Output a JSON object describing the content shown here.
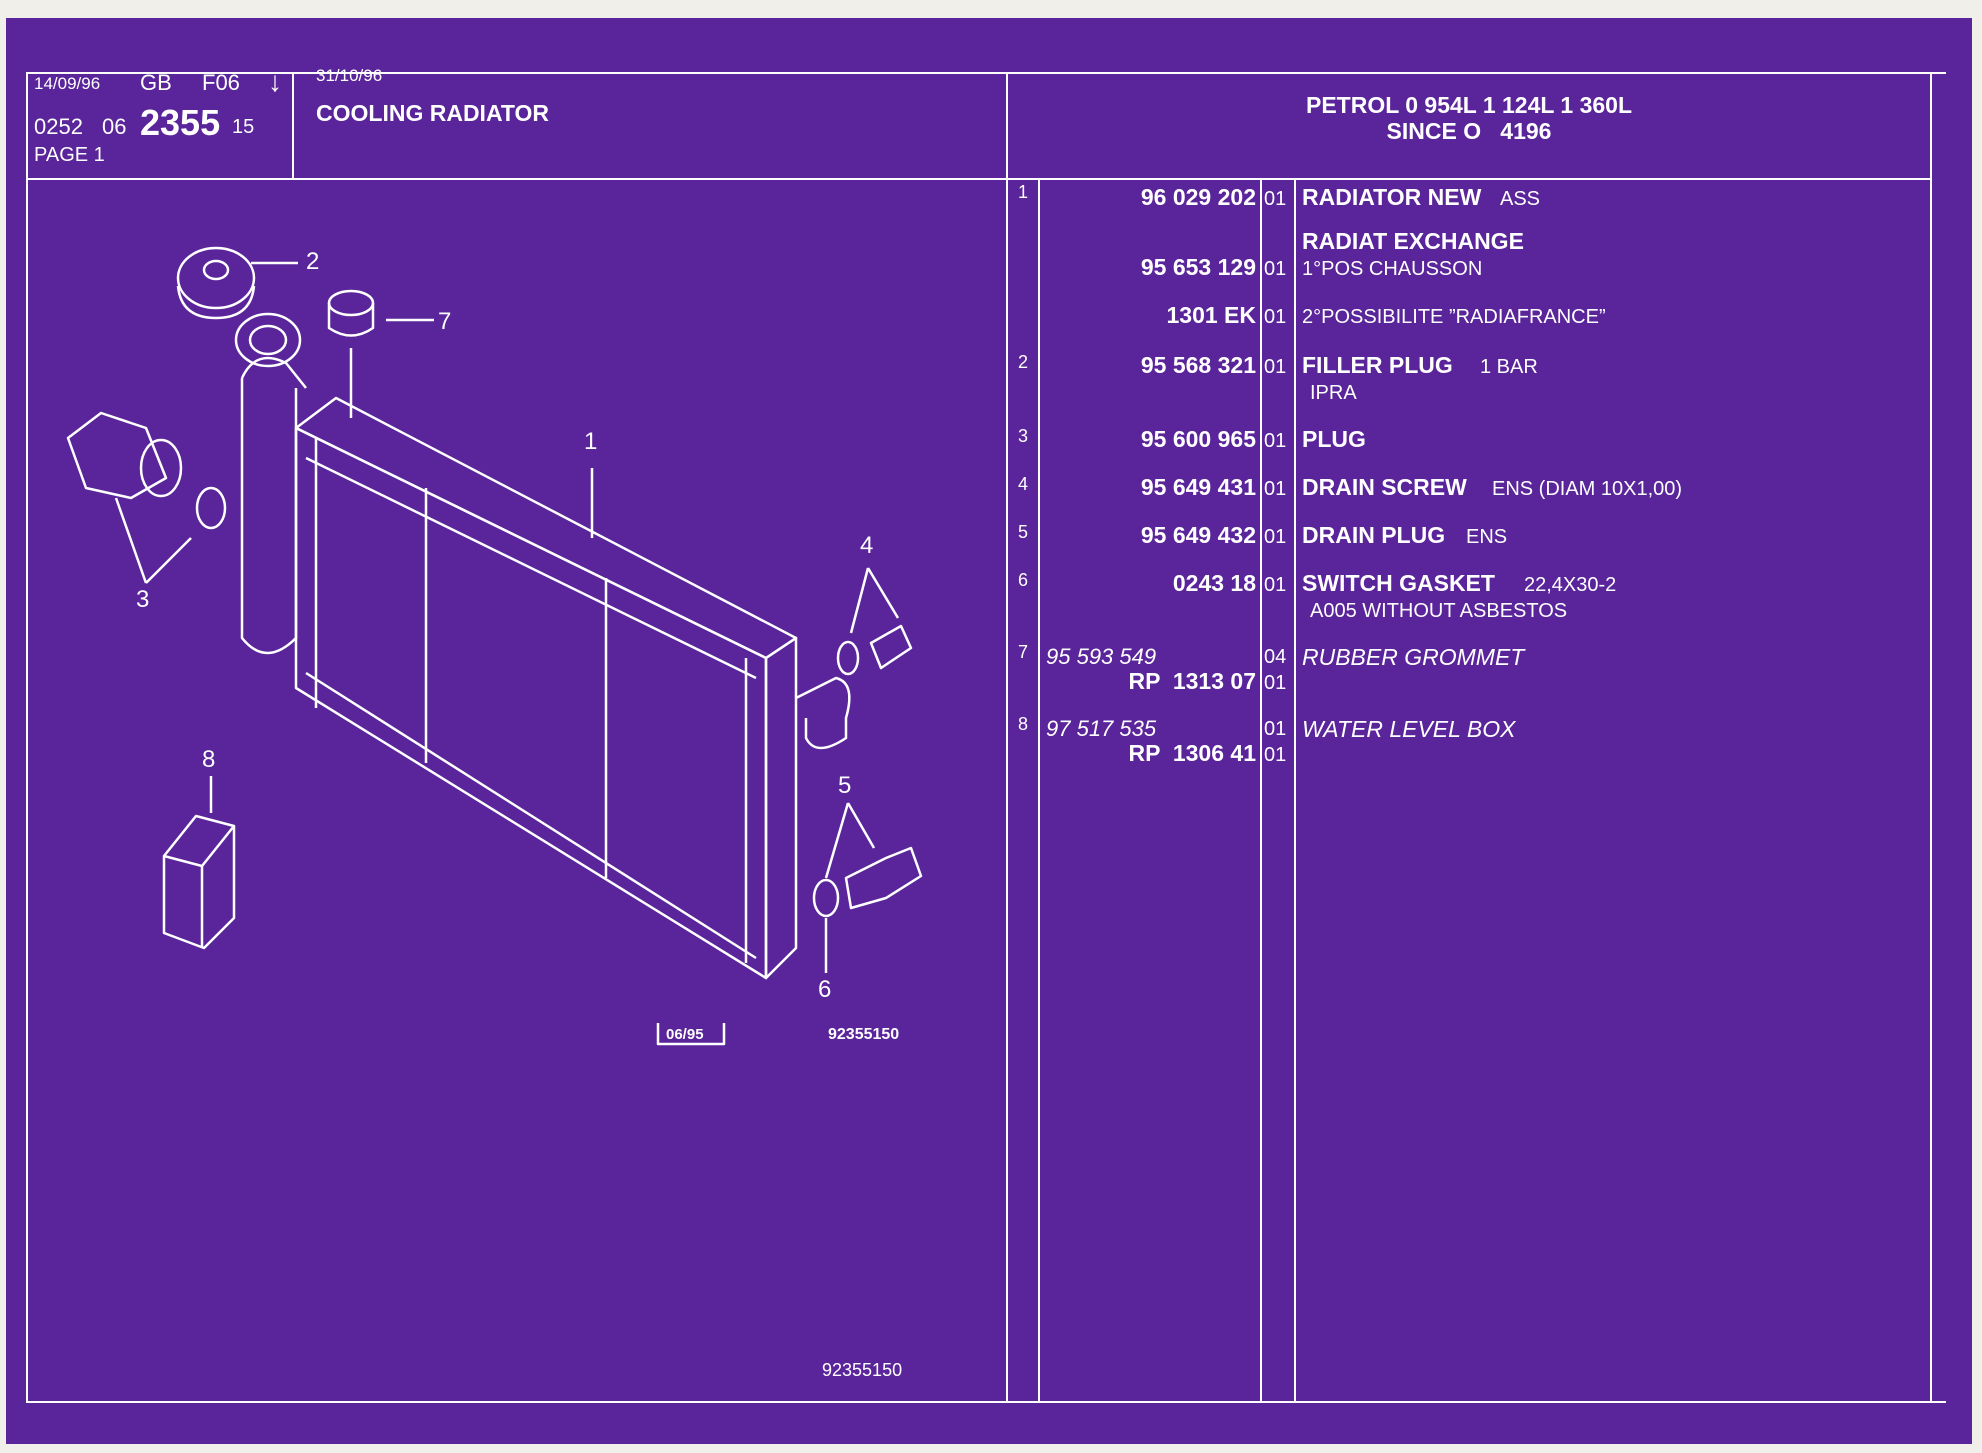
{
  "header": {
    "date": "14/09/96",
    "lang": "GB",
    "code": "F06",
    "arrow": "↓",
    "ref_a": "0252",
    "ref_b": "06",
    "ref_main": "2355",
    "ref_c": "15",
    "page": "PAGE 1",
    "update_date": "31/10/96",
    "title": "COOLING RADIATOR",
    "engine_line1": "PETROL 0 954L 1 124L 1 360L",
    "engine_line2": "SINCE O   4196"
  },
  "diagram": {
    "callouts": [
      "1",
      "2",
      "3",
      "4",
      "5",
      "6",
      "7",
      "8"
    ],
    "stamp": "06/95",
    "ref": "92355150",
    "footer_ref": "92355150"
  },
  "parts": [
    {
      "item": "1",
      "number": "96 029 202",
      "qty": "01",
      "name": "RADIATOR NEW",
      "desc": "ASS"
    },
    {
      "item": "",
      "number": "",
      "qty": "",
      "name": "RADIAT EXCHANGE",
      "desc": ""
    },
    {
      "item": "",
      "number": "95 653 129",
      "qty": "01",
      "name": "",
      "desc": "1°POS CHAUSSON"
    },
    {
      "item": "",
      "number": "1301 EK",
      "qty": "01",
      "name": "",
      "desc": "2°POSSIBILITE ”RADIAFRANCE”"
    },
    {
      "item": "2",
      "number": "95 568 321",
      "qty": "01",
      "name": "FILLER PLUG",
      "desc": "1 BAR",
      "desc2": "IPRA"
    },
    {
      "item": "3",
      "number": "95 600 965",
      "qty": "01",
      "name": "PLUG",
      "desc": ""
    },
    {
      "item": "4",
      "number": "95 649 431",
      "qty": "01",
      "name": "DRAIN SCREW",
      "desc": "ENS (DIAM 10X1,00)"
    },
    {
      "item": "5",
      "number": "95 649 432",
      "qty": "01",
      "name": "DRAIN PLUG",
      "desc": "ENS"
    },
    {
      "item": "6",
      "number": "0243 18",
      "qty": "01",
      "name": "SWITCH GASKET",
      "desc": "22,4X30-2",
      "desc2": "A005 WITHOUT ASBESTOS"
    },
    {
      "item": "7",
      "number": "95 593 549",
      "qty": "04",
      "name": "RUBBER GROMMET",
      "desc": "",
      "alt_number": "RP  1313 07",
      "alt_qty": "01"
    },
    {
      "item": "8",
      "number": "97 517 535",
      "qty": "01",
      "name": "WATER LEVEL BOX",
      "desc": "",
      "alt_number": "RP  1306 41",
      "alt_qty": "01"
    }
  ],
  "colors": {
    "background": "#5a249a",
    "ink": "#ffffff",
    "paper": "#f1efe9"
  }
}
